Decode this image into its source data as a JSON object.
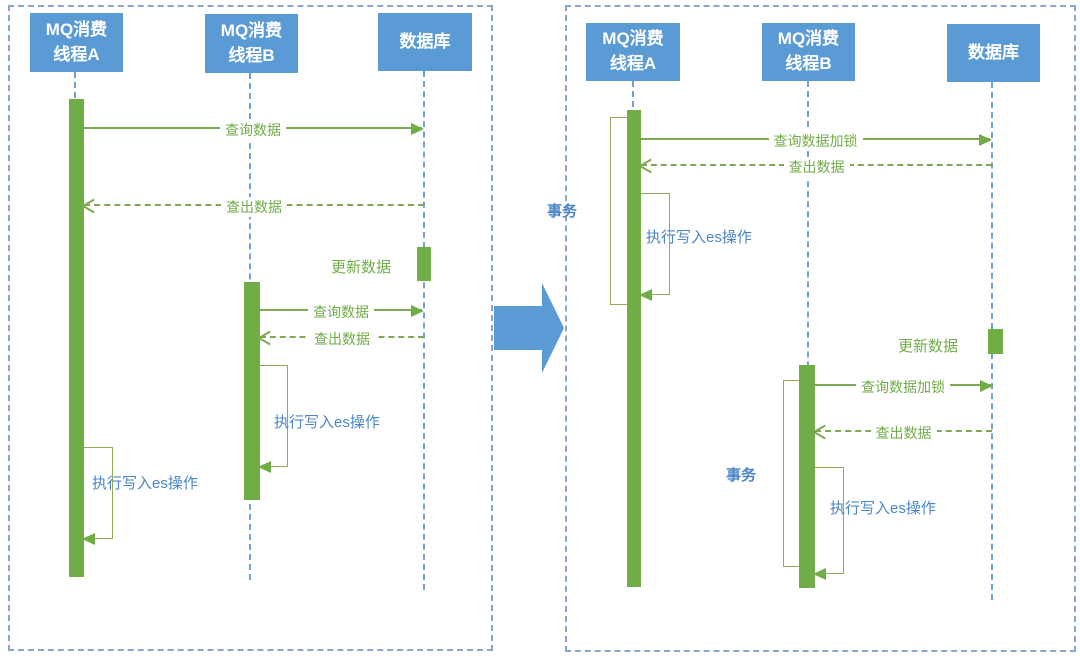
{
  "left_panel": {
    "actors": {
      "thread_a": {
        "line1": "MQ消费",
        "line2": "线程A"
      },
      "thread_b": {
        "line1": "MQ消费",
        "line2": "线程B"
      },
      "database": {
        "line1": "数据库"
      }
    },
    "messages": {
      "query_a": "查询数据",
      "result_a": "查出数据",
      "update_db": "更新数据",
      "query_b": "查询数据",
      "result_b": "查出数据",
      "write_es_b": "执行写入es操作",
      "write_es_a": "执行写入es操作"
    }
  },
  "right_panel": {
    "actors": {
      "thread_a": {
        "line1": "MQ消费",
        "line2": "线程A"
      },
      "thread_b": {
        "line1": "MQ消费",
        "line2": "线程B"
      },
      "database": {
        "line1": "数据库"
      }
    },
    "messages": {
      "query_lock_a": "查询数据加锁",
      "result_a": "查出数据",
      "write_es_a": "执行写入es操作",
      "update_db": "更新数据",
      "query_lock_b": "查询数据加锁",
      "result_b": "查出数据",
      "write_es_b": "执行写入es操作"
    },
    "transaction_a_label": "事务",
    "transaction_b_label": "事务"
  },
  "colors": {
    "actor_fill": "#5B9BD5",
    "activation_fill": "#70AD47",
    "message_line": "#7FA855",
    "message_text_green": "#70AD47",
    "note_text_blue": "#4A86C8",
    "transaction_frame": "#9DA65C",
    "panel_border": "#8AA7C9",
    "lifeline": "#6FA0D6",
    "transition_arrow": "#5B9BD5"
  }
}
